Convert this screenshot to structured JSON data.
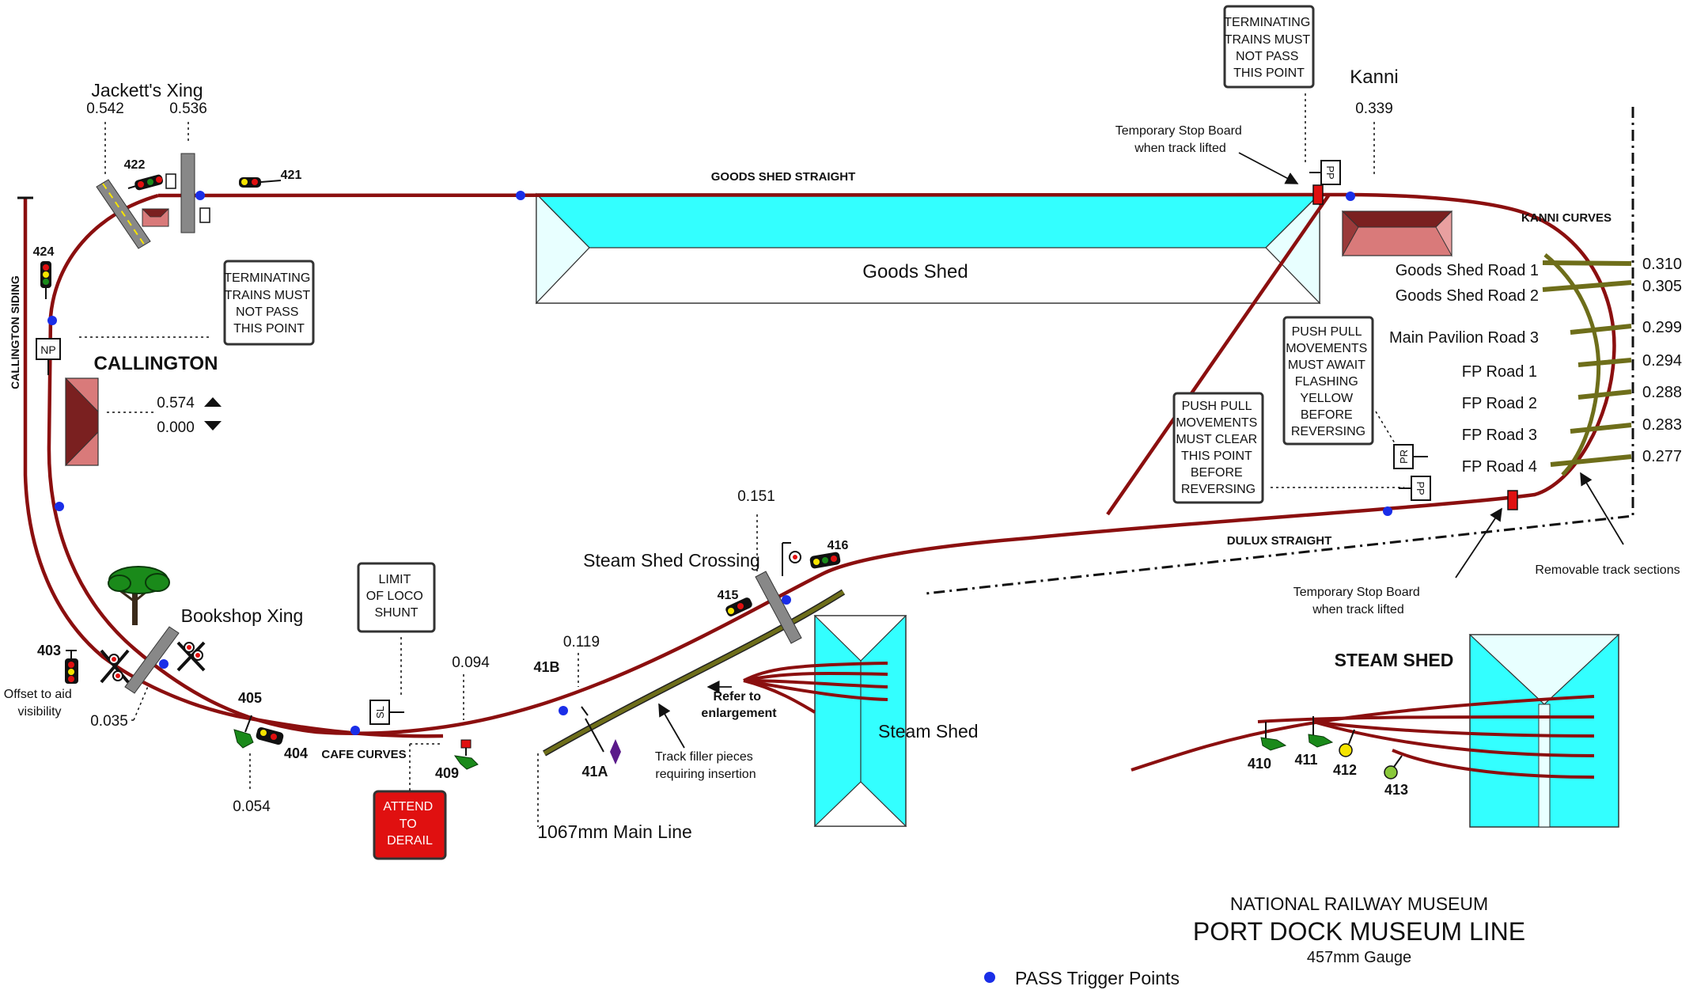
{
  "header": {
    "museum": "NATIONAL RAILWAY MUSEUM",
    "title": "PORT DOCK MUSEUM LINE",
    "gauge": "457mm Gauge",
    "legend_pass": "PASS Trigger Points"
  },
  "places": {
    "jacketts": "Jackett's Xing",
    "callington": "CALLINGTON",
    "callington_siding": "CALLINGTON SIDING",
    "kanni": "Kanni",
    "goods_shed": "Goods Shed",
    "goods_shed_straight": "GOODS SHED STRAIGHT",
    "kanni_curves": "KANNI CURVES",
    "dulux_straight": "DULUX STRAIGHT",
    "cafe_curves": "CAFE CURVES",
    "bookshop": "Bookshop Xing",
    "steam_shed_crossing": "Steam Shed Crossing",
    "steam_shed": "Steam Shed",
    "steam_shed_title": "STEAM SHED",
    "main_line": "1067mm Main Line"
  },
  "kms": {
    "k0542": "0.542",
    "k0536": "0.536",
    "k0339": "0.339",
    "k0574": "0.574",
    "k0000": "0.000",
    "k0310": "0.310",
    "k0305": "0.305",
    "k0299": "0.299",
    "k0294": "0.294",
    "k0288": "0.288",
    "k0283": "0.283",
    "k0277": "0.277",
    "k0151": "0.151",
    "k0119": "0.119",
    "k0094": "0.094",
    "k0054": "0.054",
    "k0035": "0.035"
  },
  "roads": {
    "gs1": "Goods Shed Road  1",
    "gs2": "Goods Shed Road  2",
    "mp3": "Main Pavilion Road 3",
    "fp1": "FP Road 1",
    "fp2": "FP Road 2",
    "fp3": "FP Road 3",
    "fp4": "FP Road 4"
  },
  "signals": {
    "s421": "421",
    "s422": "422",
    "s424": "424",
    "s403": "403",
    "s404": "404",
    "s405": "405",
    "s409": "409",
    "s41a": "41A",
    "s41b": "41B",
    "s415": "415",
    "s416": "416",
    "s410": "410",
    "s411": "411",
    "s412": "412",
    "s413": "413"
  },
  "boards": {
    "np": "NP",
    "sl": "SL",
    "pr": "PR",
    "pp": "PP",
    "ptp": "PP"
  },
  "notices": {
    "term1": [
      "TERMINATING",
      "TRAINS MUST",
      "NOT PASS",
      "THIS POINT"
    ],
    "term2": [
      "TERMINATING",
      "TRAINS MUST",
      "NOT PASS",
      "THIS POINT"
    ],
    "limit": [
      "LIMIT",
      "OF LOCO",
      "SHUNT"
    ],
    "await": [
      "PUSH PULL",
      "MOVEMENTS",
      "MUST AWAIT",
      "FLASHING",
      "YELLOW",
      "BEFORE",
      "REVERSING"
    ],
    "clear": [
      "PUSH PULL",
      "MOVEMENTS",
      "MUST CLEAR",
      "THIS POINT",
      "BEFORE",
      "REVERSING"
    ],
    "derail": [
      "ATTEND",
      "TO",
      "DERAIL"
    ]
  },
  "notes": {
    "tsb_top": [
      "Temporary Stop Board",
      "when track lifted"
    ],
    "tsb_bottom": [
      "Temporary Stop Board",
      "when track lifted"
    ],
    "removable": "Removable track sections",
    "refer": [
      "Refer to",
      "enlargement"
    ],
    "filler": [
      "Track filler pieces",
      "requiring insertion"
    ],
    "offset": [
      "Offset to aid",
      "visibility"
    ]
  },
  "colors": {
    "track": "#8b0f0f",
    "main_line": "#6e6e1a",
    "shed_fill": "#33ffff",
    "building_dark": "#7a2020",
    "building_light": "#d97a7a",
    "pass_point": "#1a2ee8",
    "derail_box": "#e01010",
    "signal_green": "#1a8a1a"
  }
}
